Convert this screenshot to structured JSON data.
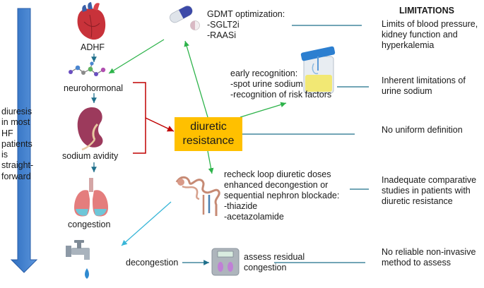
{
  "left_column": {
    "adhf": "ADHF",
    "neurohormonal": "neurohormonal",
    "sodium_avidity": "sodium avidity",
    "congestion": "congestion",
    "decongestion": "decongestion",
    "arrow_text": "diuresis\nin most\nHF\npatients\nis\nstraight-\nforward"
  },
  "center": {
    "diuretic_resistance": "diuretic\nresistance"
  },
  "interventions": {
    "gdmt": "GDMT optimization:\n-SGLT2i\n-RAASi",
    "early_recognition": "early recognition:\n-spot urine sodium\n-recognition of risk factors",
    "recheck": "recheck loop diuretic doses\nenhanced decongestion or\nsequential nephron blockade:\n-thiazide\n-acetazolamide",
    "assess": "assess residual\ncongestion"
  },
  "limitations": {
    "header": "LIMITATIONS",
    "items": [
      "Limits of blood pressure,\nkidney function and\nhyperkalemia",
      "Inherent limitations of\nurine sodium",
      "No uniform definition",
      "Inadequate comparative\nstudies in patients with\ndiuretic resistance",
      "No reliable non-invasive\nmethod to assess"
    ]
  },
  "colors": {
    "green_arrow": "#2db34a",
    "teal_line": "#1f6f8b",
    "red_bracket": "#c00000",
    "blue_arrow": "#3a78c8",
    "cyan_arrow": "#38b6d8",
    "highlight": "#ffc000"
  },
  "icons": [
    "heart-icon",
    "molecule-icon",
    "kidney-icon",
    "lungs-icon",
    "faucet-icon",
    "pill-capsule-icon",
    "tablet-icon",
    "urine-cup-icon",
    "nephron-icon",
    "scale-icon"
  ]
}
